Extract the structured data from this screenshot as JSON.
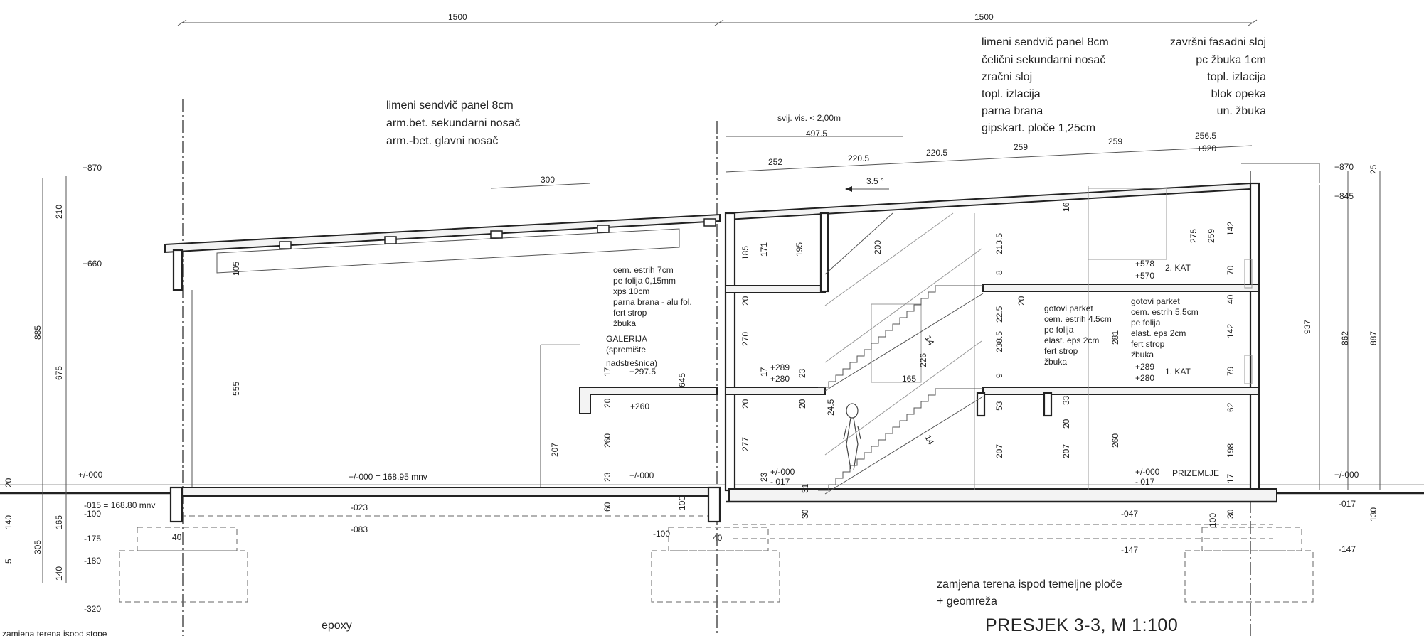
{
  "title": "PRESJEK 3-3, M 1:100",
  "notes": {
    "left_roof": [
      "limeni sendvič panel 8cm",
      "arm.bet. sekundarni nosač",
      "arm.-bet. glavni nosač"
    ],
    "right_roof_left": [
      "limeni sendvič panel 8cm",
      "čelični sekundarni nosač",
      "zračni sloj",
      "topl. izlacija",
      "parna brana",
      "gipskart. ploče 1,25cm"
    ],
    "right_roof_right": [
      "završni fasadni sloj",
      "pc žbuka 1cm",
      "topl. izlacija",
      "blok opeka",
      "un. žbuka"
    ],
    "gallery_floor": [
      "cem. estrih  7cm",
      "pe folija 0,15mm",
      "xps 10cm",
      "parna brana - alu fol.",
      "fert strop",
      "žbuka"
    ],
    "gallery_name": [
      "GALERIJA",
      "(spremište",
      "nadstrešnica)"
    ],
    "floor_mid": [
      "gotovi parket",
      "cem. estrih 4.5cm",
      "pe folija",
      "elast. eps 2cm",
      "fert strop",
      "žbuka"
    ],
    "floor_right": [
      "gotovi parket",
      "cem. estrih 5.5cm",
      "pe folija",
      "elast. eps 2cm",
      "fert strop",
      "žbuka"
    ],
    "visibility": "svij. vis. < 2,00m",
    "slope": "3.5 °",
    "ground_note_1": "zamjena terena ispod temeljne ploče",
    "ground_note_2": "+ geomreža",
    "bottom_left_note": "zamjena terena ispod stope",
    "epoxy": "epoxy",
    "zero_ref": "+/-000 = 168.95 mnv",
    "minus015_ref": "-015 = 168.80 mnv"
  },
  "floors": {
    "kat2": "2. KAT",
    "kat1": "1. KAT",
    "prizemlje": "PRIZEMLJE"
  },
  "levels": {
    "l870a": "+870",
    "l660": "+660",
    "l000a": "+/-000",
    "lm015": "-015",
    "lm100": "-100",
    "lm175": "-175",
    "lm180": "-180",
    "lm320": "-320",
    "l000b": "+/-000",
    "lm023": "-023",
    "lm083": "-083",
    "l000c": "+/-000",
    "l260": "+260",
    "l2975": "+297.5",
    "lm100b": "-100",
    "l289a": "+289",
    "l280a": "+280",
    "l000d": "+/-000",
    "lm017a": "- 017",
    "l578": "+578",
    "l570": "+570",
    "l289b": "+289",
    "l280b": "+280",
    "l000e": "+/-000",
    "lm017b": "- 017",
    "lm047": "-047",
    "lm147a": "-147",
    "l920": "+920",
    "l870b": "+870",
    "l845": "+845",
    "l000f": "+/-000",
    "lm017c": "-017",
    "lm147b": "-147"
  },
  "dims": {
    "d1500a": "1500",
    "d1500b": "1500",
    "d300": "300",
    "d4975": "497.5",
    "d2565": "256.5",
    "d252": "252",
    "d2205a": "220.5",
    "d2205b": "220.5",
    "d259a": "259",
    "d259b": "259",
    "d210": "210",
    "d885": "885",
    "d675": "675",
    "d20": "20",
    "d140a": "140",
    "d165": "165",
    "d305": "305",
    "d5": "5",
    "d140b": "140",
    "d105": "105",
    "d555": "555",
    "d40a": "40",
    "d40b": "40",
    "d645": "645",
    "d207a": "207",
    "d260a": "260",
    "d17a": "17",
    "d20b": "20",
    "d23a": "23",
    "d60": "60",
    "d100a": "100",
    "d185": "185",
    "d171": "171",
    "d195": "195",
    "d20c": "20",
    "d270": "270",
    "d17b": "17",
    "d20d": "20",
    "d277": "277",
    "d23b": "23",
    "d200": "200",
    "d20e": "20",
    "d23c": "23",
    "d245": "24.5",
    "d31": "31",
    "d14a": "14",
    "d14b": "14",
    "d165b": "165",
    "d226": "226",
    "d2135": "213.5",
    "d8": "8",
    "d20f": "20",
    "d225": "22.5",
    "d2385": "238.5",
    "d9": "9",
    "d53": "53",
    "d207b": "207",
    "d33": "33",
    "d20g": "20",
    "d207c": "207",
    "d281": "281",
    "d260b": "260",
    "d16": "16",
    "d275": "275",
    "d259c": "259",
    "d142a": "142",
    "d70": "70",
    "d40c": "40",
    "d142b": "142",
    "d79": "79",
    "d62": "62",
    "d198": "198",
    "d17c": "17",
    "d30a": "30",
    "d30b": "30",
    "d100b": "100",
    "d937": "937",
    "d862": "862",
    "d887": "887",
    "d25": "25",
    "d130": "130"
  }
}
